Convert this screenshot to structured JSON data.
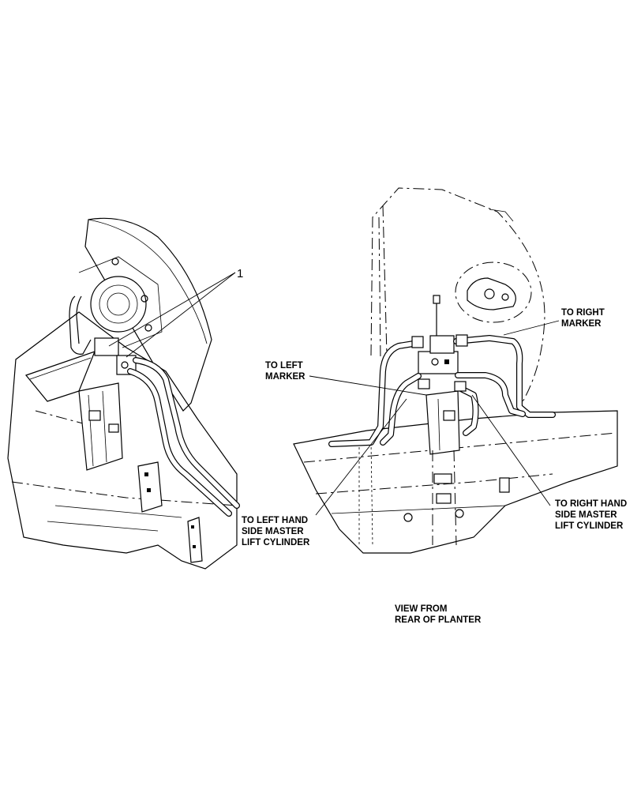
{
  "callouts": {
    "item_number": "1"
  },
  "labels": {
    "to_right_marker_1": "TO RIGHT",
    "to_right_marker_2": "MARKER",
    "to_left_marker_1": "TO LEFT",
    "to_left_marker_2": "MARKER",
    "left_cyl_1": "TO LEFT HAND",
    "left_cyl_2": "SIDE MASTER",
    "left_cyl_3": "LIFT CYLINDER",
    "right_cyl_1": "TO RIGHT HAND",
    "right_cyl_2": "SIDE MASTER",
    "right_cyl_3": "LIFT CYLINDER",
    "view_1": "VIEW FROM",
    "view_2": "REAR OF PLANTER"
  }
}
